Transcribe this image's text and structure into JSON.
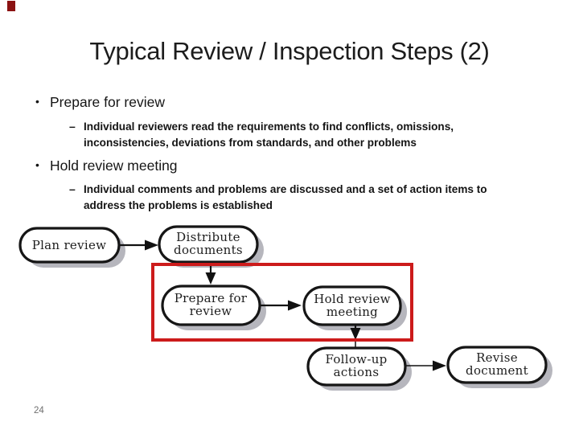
{
  "slide": {
    "title": "Typical Review / Inspection Steps (2)",
    "page_number": "24",
    "bullet_char": "•",
    "dash_char": "–",
    "corner_mark_color": "#8b1212"
  },
  "bullets": [
    {
      "label": "Prepare for review",
      "sub_lines": [
        "Individual reviewers read the requirements to find conflicts, omissions,",
        "inconsistencies, deviations from standards, and other problems"
      ]
    },
    {
      "label": "Hold review meeting",
      "sub_lines": [
        "Individual comments and problems are discussed and a set of action items to",
        "address the problems is established"
      ]
    }
  ],
  "flowchart": {
    "highlight_color": "#cc1b1b",
    "shadow_color": "#b6b6bd",
    "nodes": {
      "plan": {
        "line1": "Plan review",
        "line2": ""
      },
      "distribute": {
        "line1": "Distribute",
        "line2": "documents"
      },
      "prepare": {
        "line1": "Prepare for",
        "line2": "review"
      },
      "hold": {
        "line1": "Hold review",
        "line2": "meeting"
      },
      "followup": {
        "line1": "Follow-up",
        "line2": "actions"
      },
      "revise": {
        "line1": "Revise",
        "line2": "document"
      }
    }
  }
}
